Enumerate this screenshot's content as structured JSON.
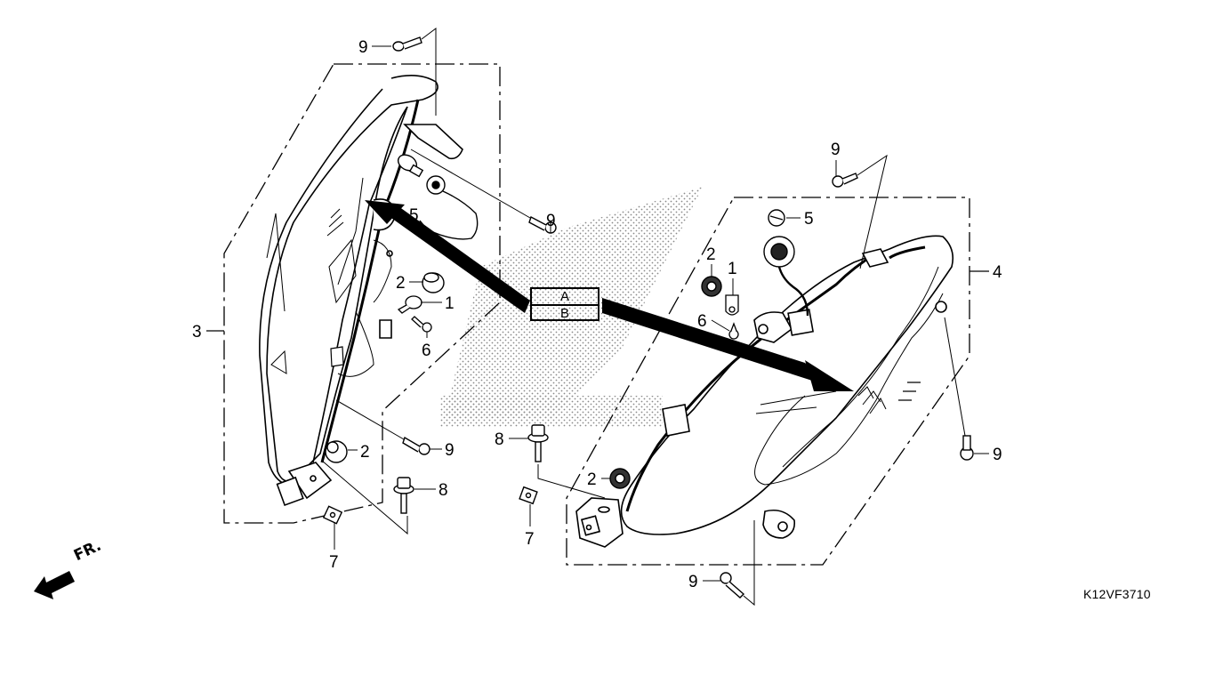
{
  "diagram": {
    "title_code": "K12VF3710",
    "orientation_label": "FR.",
    "reference_box": {
      "top": "A",
      "bottom": "B"
    },
    "left_assembly_label": "3",
    "right_assembly_label": "4",
    "callouts_left": [
      {
        "id": "9",
        "part": "screw-top-left"
      },
      {
        "id": "5",
        "part": "bulb-left"
      },
      {
        "id": "9",
        "part": "screw-mid-left"
      },
      {
        "id": "2",
        "part": "grommet-upper-left"
      },
      {
        "id": "1",
        "part": "clip-left"
      },
      {
        "id": "6",
        "part": "screw-small-left"
      },
      {
        "id": "9",
        "part": "screw-lower-left"
      },
      {
        "id": "2",
        "part": "grommet-lower-left"
      },
      {
        "id": "8",
        "part": "bolt-left"
      },
      {
        "id": "7",
        "part": "nut-left"
      }
    ],
    "callouts_right": [
      {
        "id": "9",
        "part": "screw-top-right"
      },
      {
        "id": "5",
        "part": "bulb-right"
      },
      {
        "id": "2",
        "part": "grommet-upper-right"
      },
      {
        "id": "1",
        "part": "clip-right"
      },
      {
        "id": "6",
        "part": "screw-small-right"
      },
      {
        "id": "9",
        "part": "screw-side-right"
      },
      {
        "id": "8",
        "part": "bolt-center"
      },
      {
        "id": "2",
        "part": "grommet-lower-right"
      },
      {
        "id": "7",
        "part": "nut-center"
      },
      {
        "id": "9",
        "part": "screw-bottom-right"
      }
    ],
    "colors": {
      "line": "#000000",
      "background": "#ffffff",
      "stipple": "#9a9a9a"
    }
  }
}
